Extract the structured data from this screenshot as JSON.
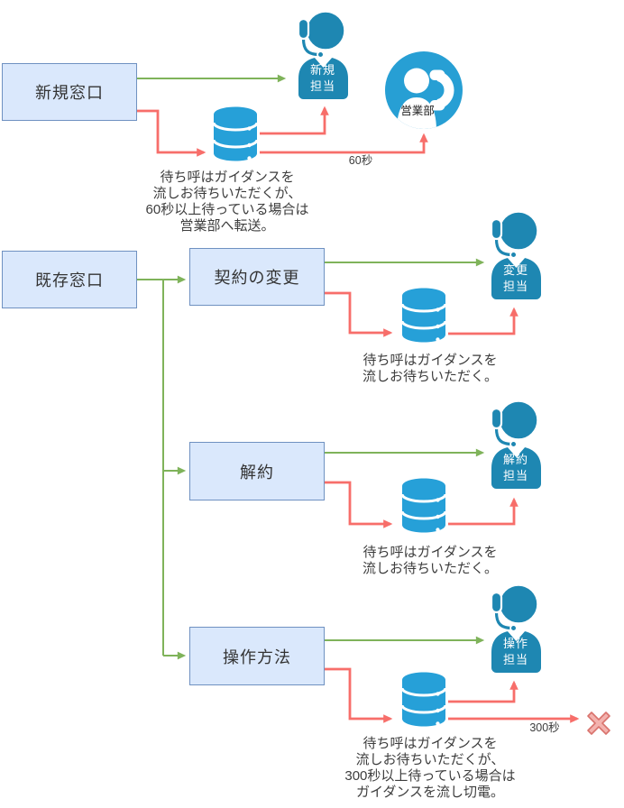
{
  "nodes": {
    "new_window": {
      "label": "新規窓口"
    },
    "existing_window": {
      "label": "既存窓口"
    },
    "contract_change": {
      "label": "契約の変更"
    },
    "cancellation": {
      "label": "解約"
    },
    "operation_method": {
      "label": "操作方法"
    }
  },
  "agents": {
    "new": {
      "line1": "新規",
      "line2": "担当"
    },
    "change": {
      "line1": "変更",
      "line2": "担当"
    },
    "cancel": {
      "line1": "解約",
      "line2": "担当"
    },
    "operation": {
      "line1": "操作",
      "line2": "担当"
    }
  },
  "sales_dept": {
    "label": "営業部"
  },
  "edge_labels": {
    "sixty_seconds": "60秒",
    "three_hundred_seconds": "300秒"
  },
  "notes": {
    "new_queue": {
      "lines": [
        "待ち呼はガイダンスを",
        "流しお待ちいただくが、",
        "60秒以上待っている場合は",
        "営業部へ転送。"
      ]
    },
    "change_queue": {
      "lines": [
        "待ち呼はガイダンスを",
        "流しお待ちいただく。"
      ]
    },
    "cancel_queue": {
      "lines": [
        "待ち呼はガイダンスを",
        "流しお待ちいただく。"
      ]
    },
    "operation_queue": {
      "lines": [
        "待ち呼はガイダンスを",
        "流しお待ちいただくが、",
        "300秒以上待っている場合は",
        "ガイダンスを流し切電。"
      ]
    }
  },
  "colors": {
    "flow_green": "#7fb35a",
    "flow_red": "#f76e6a",
    "node_fill": "#dae8fc",
    "node_border": "#6f91c1",
    "agent_blue": "#1e87b2",
    "database_blue": "#26a0d8",
    "dept_blue": "#279fd4",
    "x_fill": "#f3b2ae",
    "x_stroke": "#d9736d"
  }
}
